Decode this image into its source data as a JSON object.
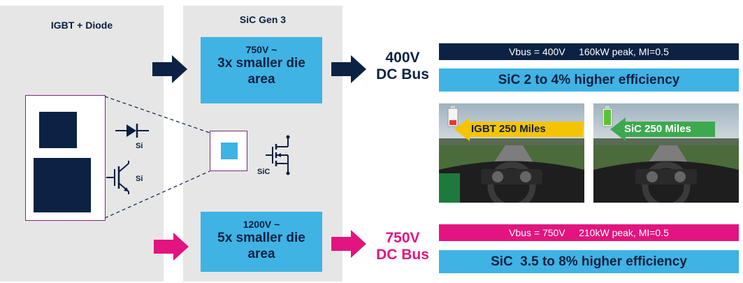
{
  "colors": {
    "navy": "#0b2244",
    "sky": "#3fb3e4",
    "magenta": "#e2147f",
    "panel": "#e6e6e6",
    "purple_outline": "#7b2a7e"
  },
  "left_panel": {
    "title": "IGBT + Diode"
  },
  "sic_panel": {
    "title": "SiC Gen 3"
  },
  "die_top": {
    "voltage": "750V ~",
    "text": "3x smaller die area"
  },
  "die_bottom": {
    "voltage": "1200V ~",
    "text": "5x smaller die area"
  },
  "symbols": {
    "diode_label": "Si",
    "igbt_label": "Si",
    "mosfet_label": "SiC"
  },
  "bus_top": {
    "voltage": "400V",
    "label": "DC Bus"
  },
  "bus_bottom": {
    "voltage": "750V",
    "label": "DC Bus"
  },
  "banner_top": {
    "vbus": "Vbus = 400V",
    "power": "160kW peak, MI=0.5",
    "efficiency": "SiC 2 to 4% higher efficiency"
  },
  "banner_bottom": {
    "vbus": "Vbus = 750V",
    "power": "210kW peak, MI=0.5",
    "efficiency": "SiC  3.5 to 8% higher efficiency"
  },
  "screenshots": {
    "left_label": "IGBT 250 Miles",
    "right_label": "SiC 250 Miles"
  }
}
